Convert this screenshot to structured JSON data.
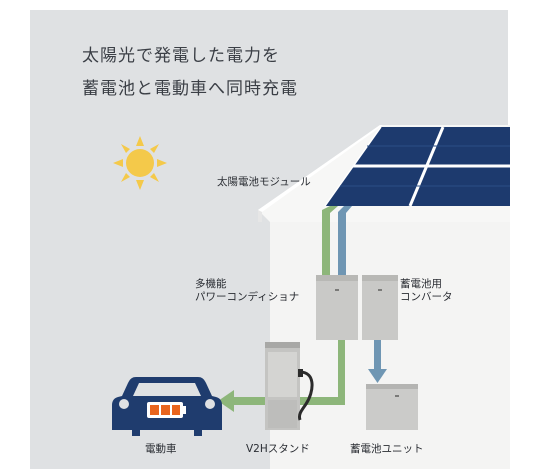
{
  "heading": {
    "line1": "太陽光で発電した電力を",
    "line2": "蓄電池と電動車へ同時充電"
  },
  "labels": {
    "solar_module": "太陽電池モジュール",
    "pcs_line1": "多機能",
    "pcs_line2": "パワーコンディショナ",
    "converter_line1": "蓄電池用",
    "converter_line2": "コンバータ",
    "ev": "電動車",
    "v2h": "V2Hスタンド",
    "battery": "蓄電池ユニット"
  },
  "colors": {
    "panel_bg": "#dfe1e3",
    "green_flow": "#8db67a",
    "blue_flow": "#6f96b3",
    "solar_navy": "#1d3a6e",
    "car_navy": "#1f3c6e",
    "battery_orange": "#e8641e",
    "sun": "#f4c94a"
  },
  "icons": [
    "sun-icon",
    "electric-car-icon",
    "battery-level-icon"
  ]
}
